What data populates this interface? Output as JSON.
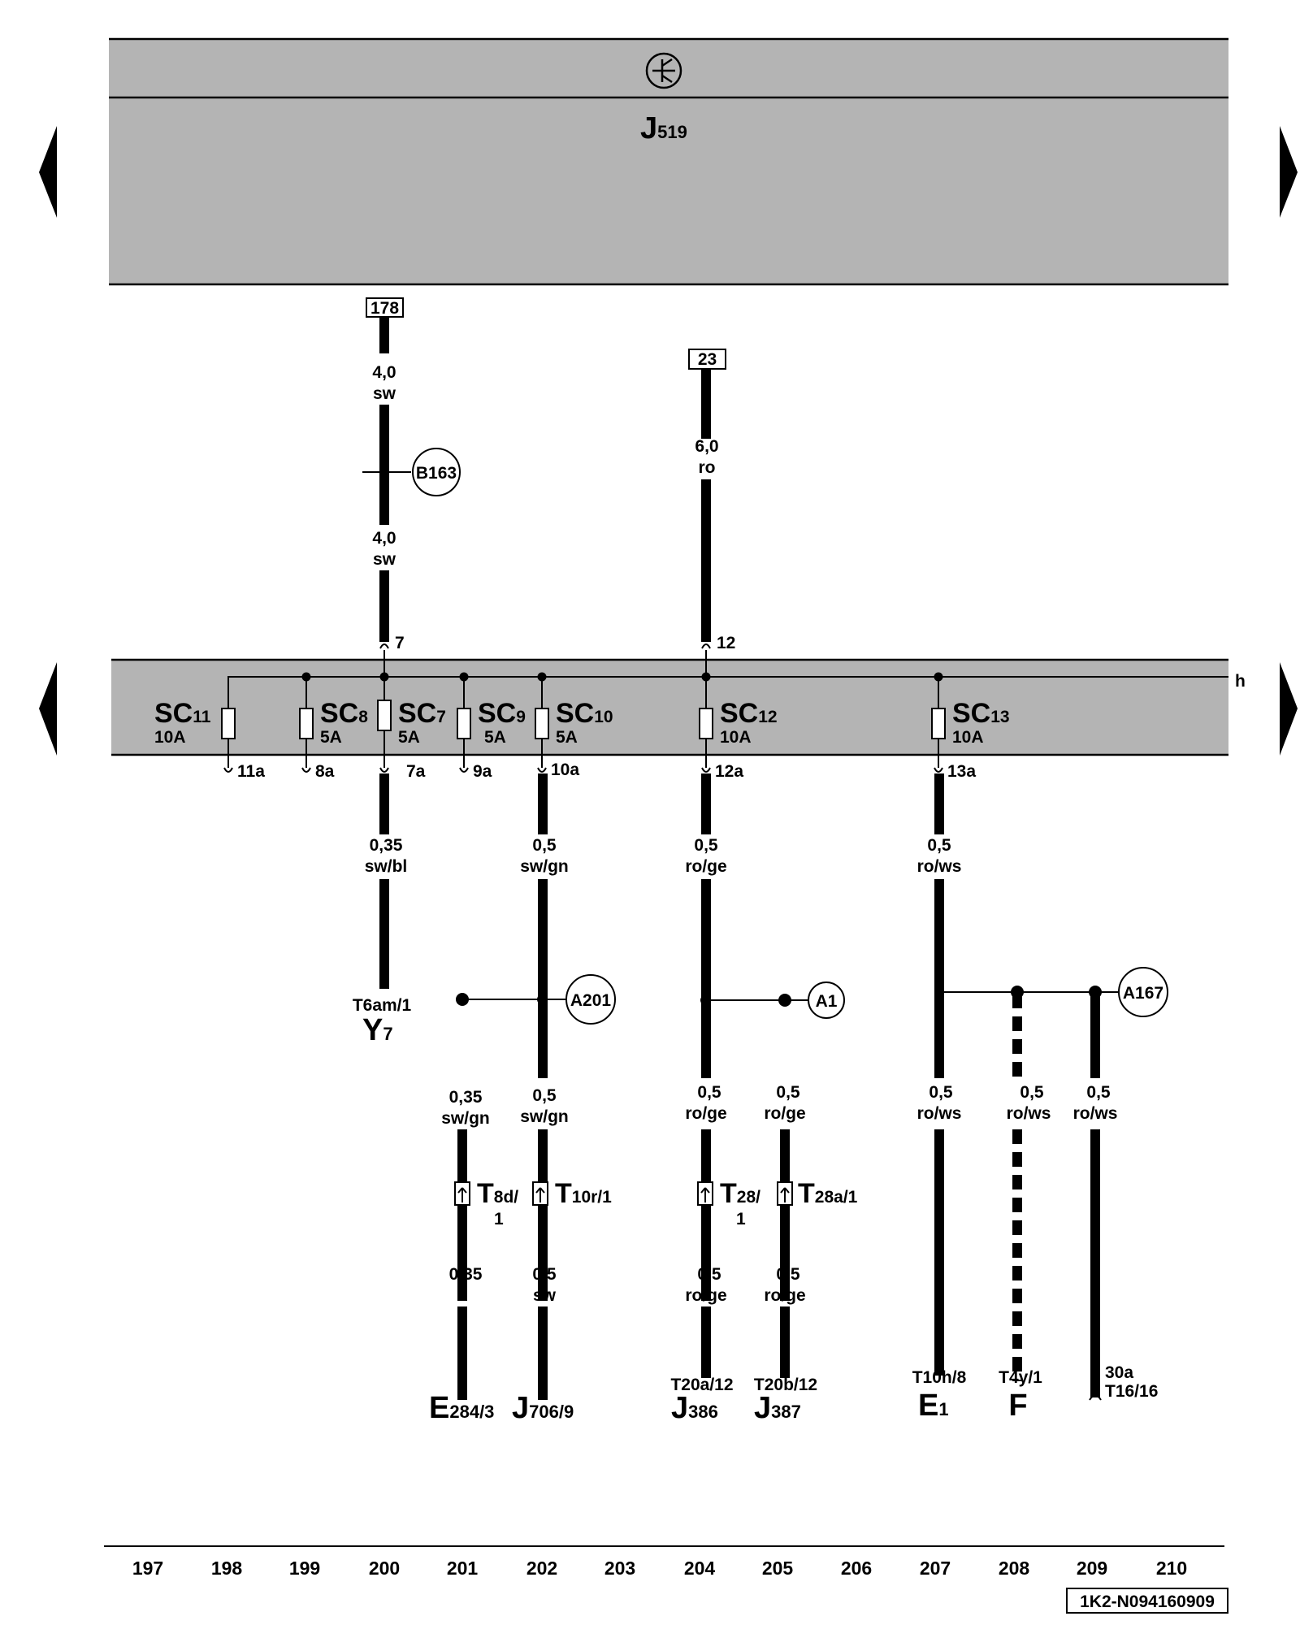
{
  "header": {
    "unit_symbol": "transistor-symbol",
    "unit_main": "J",
    "unit_sub": "519"
  },
  "refs": {
    "r178": "178",
    "r23": "23"
  },
  "bus_label": "h",
  "wires": {
    "w1": {
      "size": "4,0",
      "color": "sw"
    },
    "w2": {
      "size": "4,0",
      "color": "sw"
    },
    "w3": {
      "size": "6,0",
      "color": "ro"
    },
    "w4": {
      "size": "0,35",
      "color": "sw/bl"
    },
    "w5": {
      "size": "0,5",
      "color": "sw/gn"
    },
    "w6": {
      "size": "0,5",
      "color": "ro/ge"
    },
    "w7": {
      "size": "0,5",
      "color": "ro/ws"
    },
    "w8": {
      "size": "0,35",
      "color": "sw/gn"
    },
    "w9": {
      "size": "0,5",
      "color": "sw/gn"
    },
    "w10": {
      "size": "0,5",
      "color": "ro/ge"
    },
    "w11": {
      "size": "0,5",
      "color": "ro/ge"
    },
    "w12": {
      "size": "0,5",
      "color": "ro/ws"
    },
    "w13": {
      "size": "0,5",
      "color": "ro/ws"
    },
    "w14": {
      "size": "0,5",
      "color": "ro/ws"
    },
    "w15": {
      "size": "0,35"
    },
    "w16": {
      "size": "0,5",
      "color": "sw"
    },
    "w17": {
      "size": "0,5",
      "color": "ro/ge"
    },
    "w18": {
      "size": "0,5",
      "color": "ro/ge"
    }
  },
  "splices": {
    "b163": "B163",
    "a201": "A201",
    "a1": "A1",
    "a167": "A167"
  },
  "pins_in": {
    "p7": "7",
    "p12": "12"
  },
  "fuses": {
    "sc11": {
      "main": "SC",
      "num": "11",
      "rating": "10A",
      "out": "11a"
    },
    "sc8": {
      "main": "SC",
      "num": "8",
      "rating": "5A",
      "out": "8a"
    },
    "sc7": {
      "main": "SC",
      "num": "7",
      "rating": "5A",
      "out": "7a"
    },
    "sc9": {
      "main": "SC",
      "num": "9",
      "rating": "5A",
      "out": "9a"
    },
    "sc10": {
      "main": "SC",
      "num": "10",
      "rating": "5A",
      "out": "10a"
    },
    "sc12": {
      "main": "SC",
      "num": "12",
      "rating": "10A",
      "out": "12a"
    },
    "sc13": {
      "main": "SC",
      "num": "13",
      "rating": "10A",
      "out": "13a"
    }
  },
  "connectors": {
    "t8d": {
      "main": "T",
      "sub": "8d/",
      "sub2": "1"
    },
    "t10r": {
      "main": "T",
      "sub": "10r/1"
    },
    "t28": {
      "main": "T",
      "sub": "28/",
      "sub2": "1"
    },
    "t28a": {
      "main": "T",
      "sub": "28a/1"
    }
  },
  "components": {
    "y7": {
      "pin": "T6am/1",
      "main": "Y",
      "sub": "7"
    },
    "e284": {
      "main": "E",
      "sub": "284/3"
    },
    "j706": {
      "main": "J",
      "sub": "706/9"
    },
    "j386": {
      "pin": "T20a/12",
      "main": "J",
      "sub": "386"
    },
    "j387": {
      "pin": "T20b/12",
      "main": "J",
      "sub": "387"
    },
    "e1": {
      "pin": "T10h/8",
      "main": "E",
      "sub": "1"
    },
    "f": {
      "pin": "T4y/1",
      "main": "F"
    },
    "t16": {
      "pin": "30a",
      "pin2": "T16/16"
    }
  },
  "footer": {
    "columns": [
      "197",
      "198",
      "199",
      "200",
      "201",
      "202",
      "203",
      "204",
      "205",
      "206",
      "207",
      "208",
      "209",
      "210"
    ],
    "doc_id": "1K2-N094160909"
  }
}
